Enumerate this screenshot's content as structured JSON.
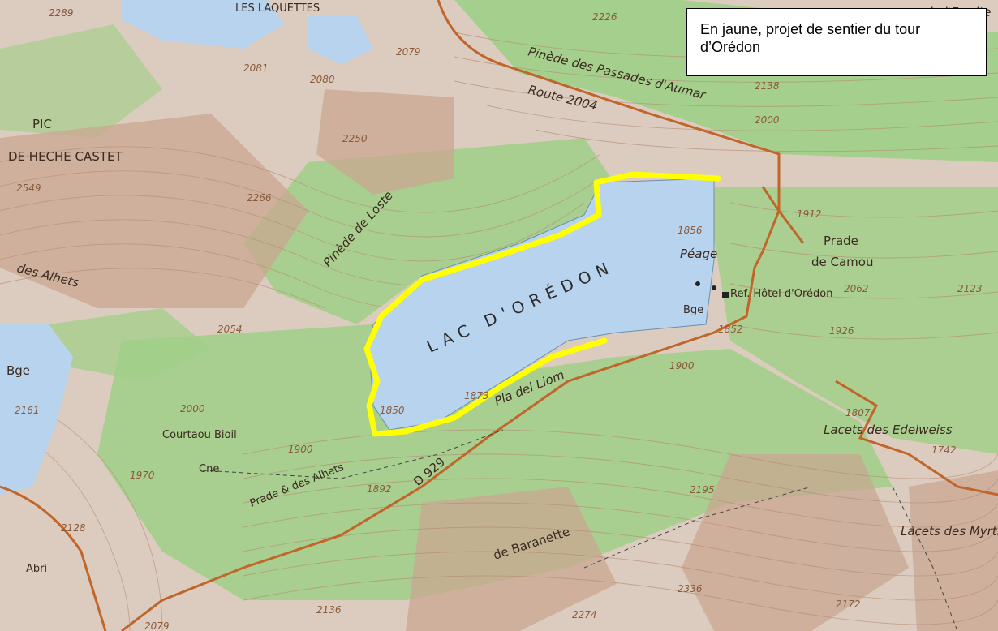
{
  "legend": {
    "text": "En jaune, projet de sentier du tour d’Orédon"
  },
  "colors": {
    "trail": "#ffff00",
    "lake": "#b8d3ee",
    "forest": "#9fcf86",
    "relief": "#d8c7b9",
    "contour": "#b58c73"
  },
  "labels": {
    "lake": "LAC D'ORÉDON",
    "pic": "PIC",
    "heche_castet": "DE HECHE CASTET",
    "pinede_passades": "Pinède des Passades d'Aumar",
    "route": "Route 2004",
    "pinede_loste": "Pinède de Loste",
    "alhets": "des Alhets",
    "prade": "Prade",
    "camou": "de Camou",
    "refuge": "Ref. Hôtel d'Orédon",
    "peage": "Péage",
    "bge_right": "Bge",
    "bge_left": "Bge",
    "courtaou": "Courtaou Bioil",
    "prade_alhets": "Prade & des Alhets",
    "pla_liom": "Pla del Liom",
    "d929": "D 929",
    "baranette": "de Baranette",
    "lacets_edelweiss": "Lacets des Edelweiss",
    "lacets_myrtilles": "Lacets des Myrtilles",
    "abri": "Abri",
    "laquettes": "LES LAQUETTES",
    "ermite": "de l'Ermite",
    "cne": "Cne"
  },
  "elevations": [
    "2289",
    "2081",
    "2080",
    "2079",
    "2226",
    "2138",
    "2250",
    "2266",
    "2549",
    "2054",
    "1856",
    "1912",
    "1852",
    "1900",
    "1873",
    "1850",
    "2000",
    "2161",
    "1900",
    "1892",
    "1970",
    "2128",
    "2195",
    "2062",
    "1926",
    "1807",
    "1742",
    "2336",
    "2172",
    "2136",
    "2274",
    "2079",
    "2123",
    "2000"
  ]
}
